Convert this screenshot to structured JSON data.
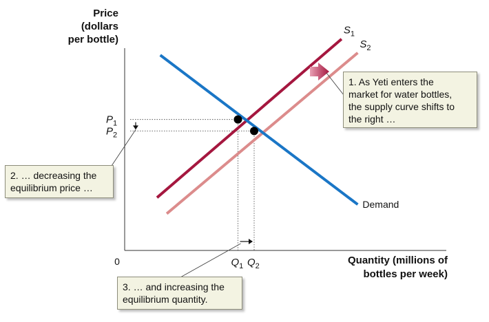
{
  "chart_data": {
    "type": "line",
    "ylabel": [
      "Price",
      "(dollars",
      "per bottle)"
    ],
    "xlabel": [
      "Quantity (millions of",
      "bottles per week)"
    ],
    "origin_label": "0",
    "xlim": [
      0,
      100
    ],
    "ylim": [
      0,
      100
    ],
    "series": [
      {
        "name": "S1",
        "label_main": "S",
        "label_sub": "1",
        "color": "#a5173f",
        "x": [
          10,
          67
        ],
        "y": [
          23,
          92
        ]
      },
      {
        "name": "S2",
        "label_main": "S",
        "label_sub": "2",
        "color": "#dc8c8c",
        "x": [
          13,
          72
        ],
        "y": [
          16,
          86
        ]
      },
      {
        "name": "Demand",
        "label": "Demand",
        "color": "#1a76c6",
        "x": [
          11,
          72
        ],
        "y": [
          85,
          20
        ]
      }
    ],
    "equilibria": [
      {
        "p_main": "P",
        "p_sub": "1",
        "q_main": "Q",
        "q_sub": "1",
        "x": 35,
        "y": 57
      },
      {
        "p_main": "P",
        "p_sub": "2",
        "q_main": "Q",
        "q_sub": "2",
        "x": 40,
        "y": 52
      }
    ],
    "callouts": [
      {
        "id": "c1",
        "lines": [
          "1. As Yeti enters the",
          "market for water bottles,",
          "the supply curve shifts to",
          "the right …"
        ]
      },
      {
        "id": "c2",
        "lines": [
          "2. … decreasing the",
          "equilibrium price …"
        ]
      },
      {
        "id": "c3",
        "lines": [
          "3. … and increasing the",
          "equilibrium quantity."
        ]
      }
    ],
    "colors": {
      "axis": "#333333",
      "dot": "#000000",
      "arrow_shift": "#b51e4a",
      "callout_bg": "#f3f3e2"
    }
  }
}
